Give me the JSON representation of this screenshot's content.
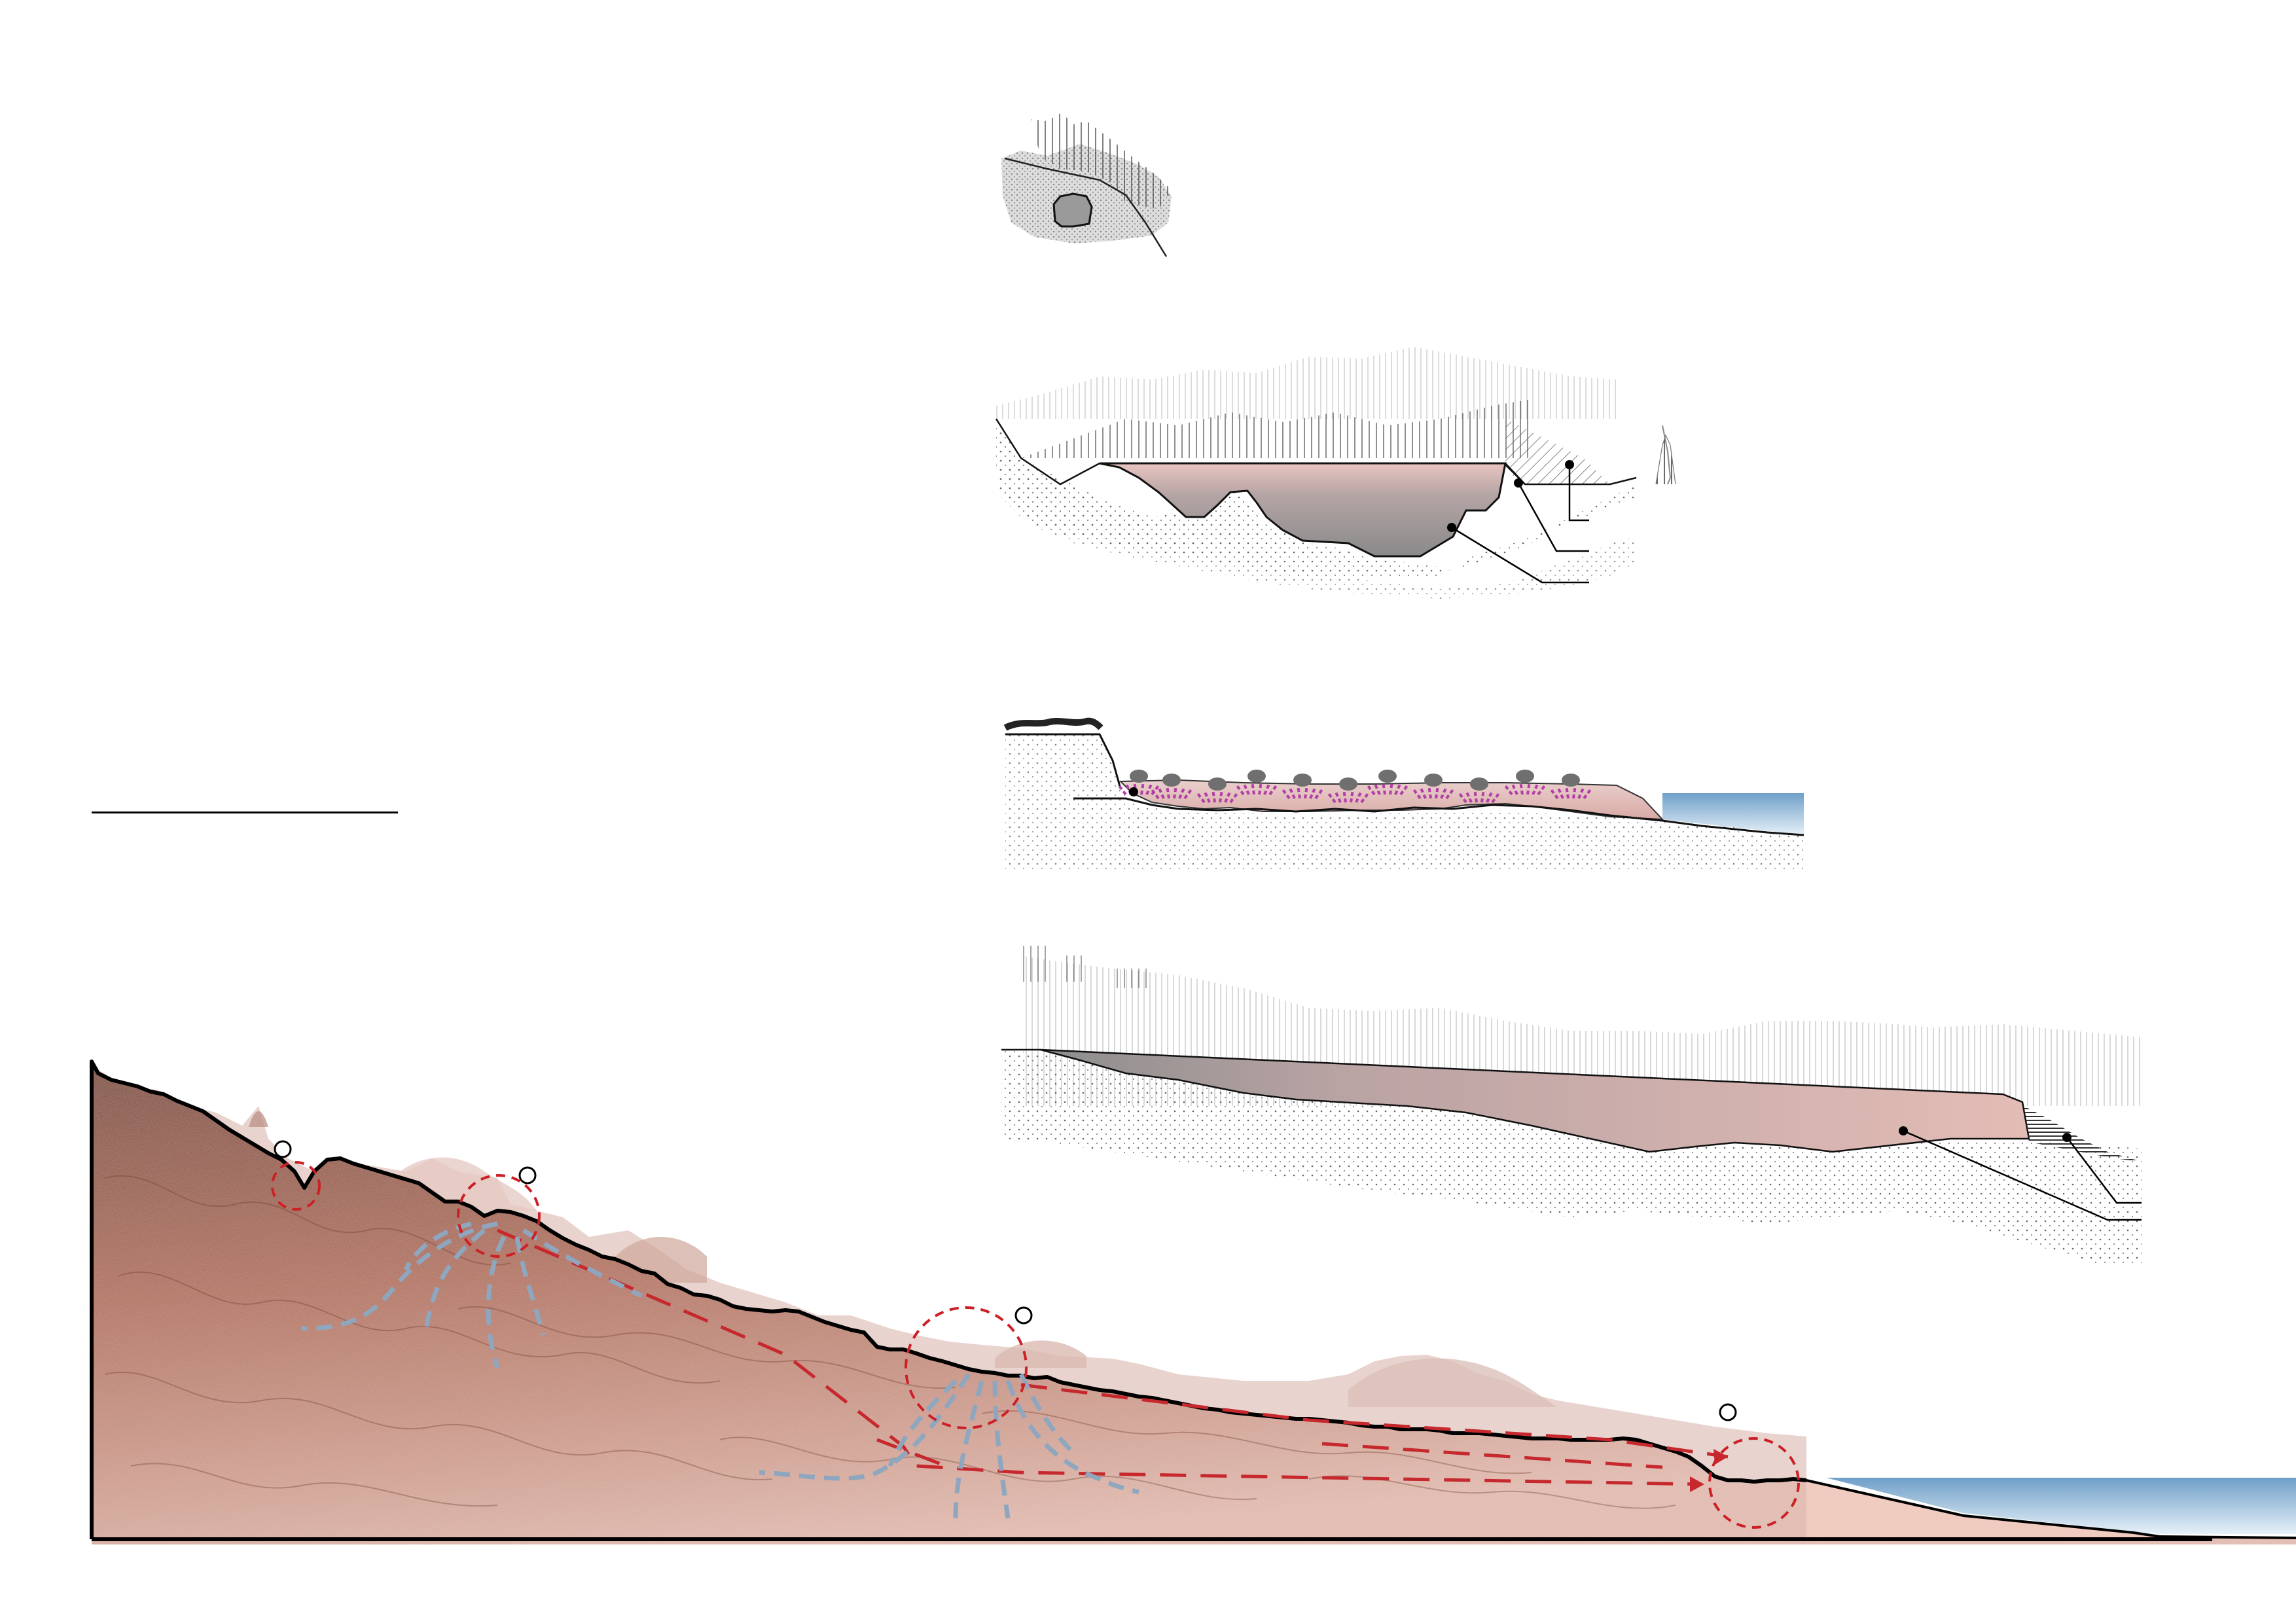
{
  "colors": {
    "soil_dark": "#8a4a32",
    "soil_light": "#eabdb0",
    "water": "#a9c9e4",
    "accent_red": "#cc2026",
    "flow_blue": "#8fa6bf",
    "vegetation": "#b23fa5",
    "pink_fill": "#e2b7b4",
    "grey_fill": "#8c8c8c"
  },
  "diagram": {
    "panels": [
      {
        "id": "cave-section",
        "labels": []
      },
      {
        "id": "mine-pit-section",
        "labels": []
      },
      {
        "id": "vegetated-terrace-section",
        "labels": []
      },
      {
        "id": "tailings-slope-section",
        "labels": []
      },
      {
        "id": "main-slope-section",
        "labels": []
      }
    ],
    "flows": {
      "red_arrows": 4,
      "blue_arrows": 12
    }
  }
}
